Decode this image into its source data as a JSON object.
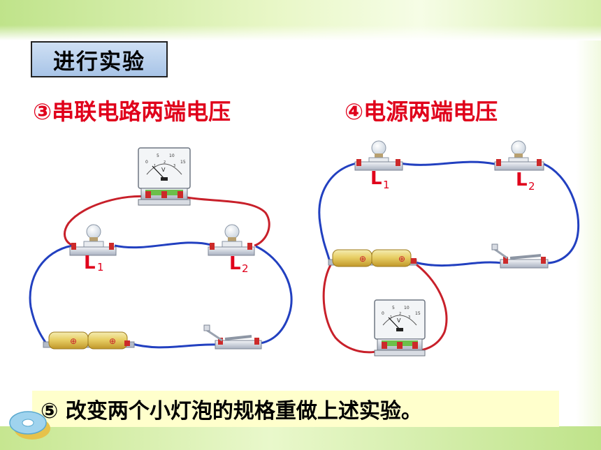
{
  "section_label": "进行实验",
  "experiment_3": {
    "title": "③串联电路两端电压",
    "bulb_1_label": "L",
    "bulb_1_sub": "1",
    "bulb_2_label": "L",
    "bulb_2_sub": "2"
  },
  "experiment_4": {
    "title": "④电源两端电压",
    "bulb_1_label": "L",
    "bulb_1_sub": "1",
    "bulb_2_label": "L",
    "bulb_2_sub": "2"
  },
  "voltmeter_unit": "V",
  "voltmeter_scale": [
    "0",
    "5",
    "10",
    "15"
  ],
  "voltmeter_inner_scale": [
    "1",
    "2",
    "3"
  ],
  "battery_terminal_symbol": "⊕",
  "note": "⑤ 改变两个小灯泡的规格重做上述实验。",
  "colors": {
    "heading_red": "#e0001b",
    "wire_red": "#c8202a",
    "wire_blue": "#2240c0",
    "label_box_blue": "#a8c4e7",
    "note_bg": "#ffffcc",
    "band_green": "#bfe38a"
  }
}
